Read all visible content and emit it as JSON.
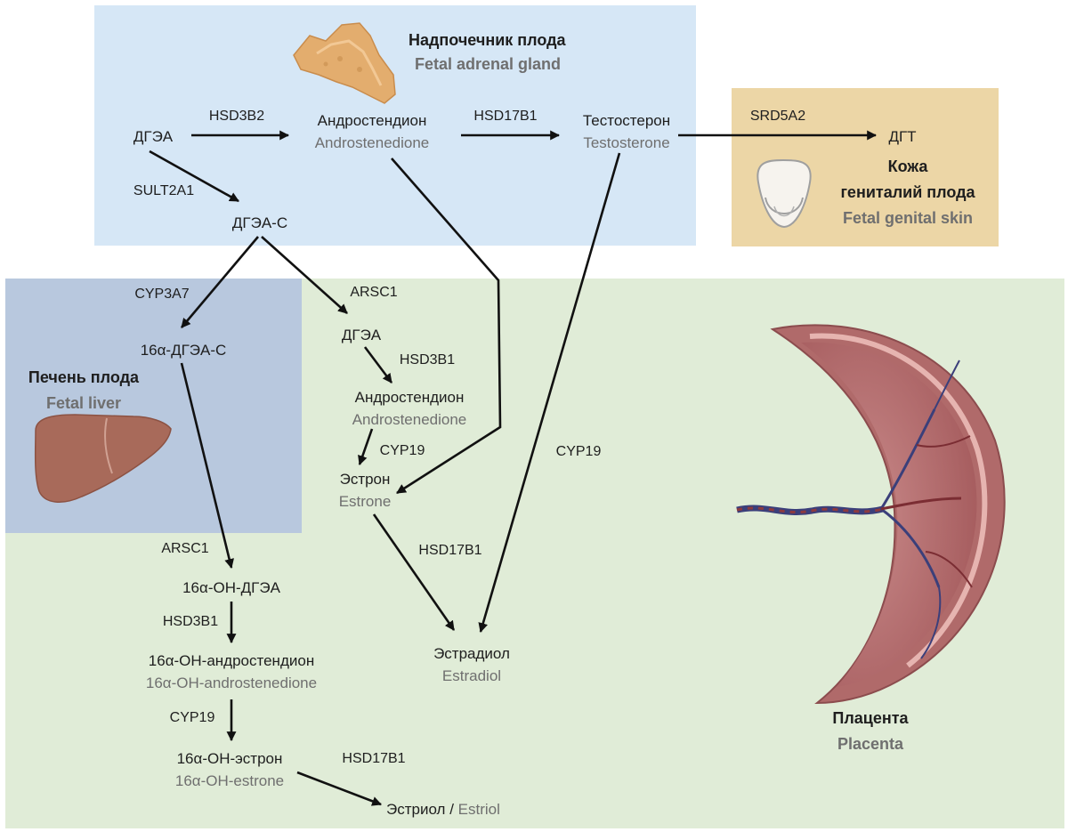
{
  "colors": {
    "adrenal_panel": "#d6e7f6",
    "genital_panel": "#ecd6a6",
    "liver_panel": "#b8c8de",
    "placenta_panel": "#e0ecd7",
    "text_ru": "#1e1e1e",
    "text_en": "#6f6f6f",
    "arrow": "#111111"
  },
  "regions": {
    "adrenal": {
      "title_ru": "Надпочечник плода",
      "title_en": "Fetal adrenal gland",
      "icon": "adrenal-gland-icon"
    },
    "genital": {
      "title_ru_line1": "Кожа",
      "title_ru_line2": "гениталий плода",
      "title_en": "Fetal genital skin",
      "icon": "genital-skin-icon"
    },
    "liver": {
      "title_ru": "Печень плода",
      "title_en": "Fetal liver",
      "icon": "liver-icon"
    },
    "placenta": {
      "title_ru": "Плацента",
      "title_en": "Placenta",
      "icon": "placenta-icon"
    }
  },
  "nodes": {
    "dhea_adrenal": {
      "ru": "ДГЭА"
    },
    "androstenedione_adrenal": {
      "ru": "Андростендион",
      "en": "Androstenedione"
    },
    "testosterone": {
      "ru": "Тестостерон",
      "en": "Testosterone"
    },
    "dht": {
      "ru": "ДГТ"
    },
    "dheas": {
      "ru": "ДГЭА-С"
    },
    "oh16_dheas": {
      "ru": "16α-ДГЭА-С"
    },
    "dhea_placenta": {
      "ru": "ДГЭА"
    },
    "androstenedione_placenta": {
      "ru": "Андростендион",
      "en": "Androstenedione"
    },
    "estrone": {
      "ru": "Эстрон",
      "en": "Estrone"
    },
    "estradiol": {
      "ru": "Эстрадиол",
      "en": "Estradiol"
    },
    "oh16_dhea": {
      "ru": "16α-ОН-ДГЭА"
    },
    "oh16_androstenedione": {
      "ru": "16α-ОН-андростендион",
      "en": "16α-OH-androstenedione"
    },
    "oh16_estrone": {
      "ru": "16α-ОН-эстрон",
      "en": "16α-OH-estrone"
    },
    "estriol": {
      "ru": "Эстриол",
      "sep": " / ",
      "en": "Estriol"
    }
  },
  "enzymes": {
    "hsd3b2": "HSD3B2",
    "hsd17b1_adrenal": "HSD17B1",
    "srd5a2": "SRD5A2",
    "sult2a1": "SULT2A1",
    "cyp3a7": "CYP3A7",
    "arsc1_placenta": "ARSC1",
    "hsd3b1_placenta": "HSD3B1",
    "cyp19_estrone": "CYP19",
    "cyp19_testosterone": "CYP19",
    "hsd17b1_estrone": "HSD17B1",
    "arsc1_liver": "ARSC1",
    "hsd3b1_oh": "HSD3B1",
    "cyp19_oh": "CYP19",
    "hsd17b1_estriol": "HSD17B1"
  }
}
